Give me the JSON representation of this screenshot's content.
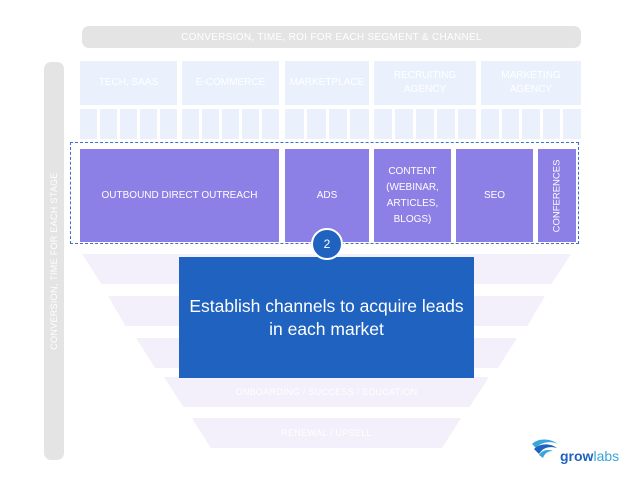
{
  "top_banner": "CONVERSION, TIME, ROI FOR EACH SEGMENT & CHANNEL",
  "side_banner": "CONVERSION, TIME FOR EACH STAGE",
  "segments": [
    {
      "label": "TECH, SAAS"
    },
    {
      "label": "E-COMMERCE"
    },
    {
      "label": "MARKETPLACE"
    },
    {
      "label": "RECRUITING AGENCY"
    },
    {
      "label": "MARKETING AGENCY"
    }
  ],
  "channels": [
    {
      "label": "OUTBOUND DIRECT OUTREACH"
    },
    {
      "label": "ADS"
    },
    {
      "label": "CONTENT (WEBINAR, ARTICLES, BLOGS)"
    },
    {
      "label": "SEO"
    },
    {
      "label": "CONFERENCES"
    }
  ],
  "step_number": "2",
  "focus_text": "Establish channels to acquire leads in each market",
  "funnel_stages": [
    {
      "label": ""
    },
    {
      "label": ""
    },
    {
      "label": ""
    },
    {
      "label": "ONBOARDING / SUCCESS / EDUCATION"
    },
    {
      "label": "RENEWAL / UPSELL"
    }
  ],
  "logo": {
    "part1": "grow",
    "part2": "labs"
  },
  "colors": {
    "channel_fill": "#8c7fe6",
    "focus_fill": "#1f62bf",
    "dashed_border": "#3e6fd0",
    "faded_segment": "#eaf1fd",
    "faded_funnel": "#f3effb",
    "banner_gray": "#e4e4e4"
  }
}
